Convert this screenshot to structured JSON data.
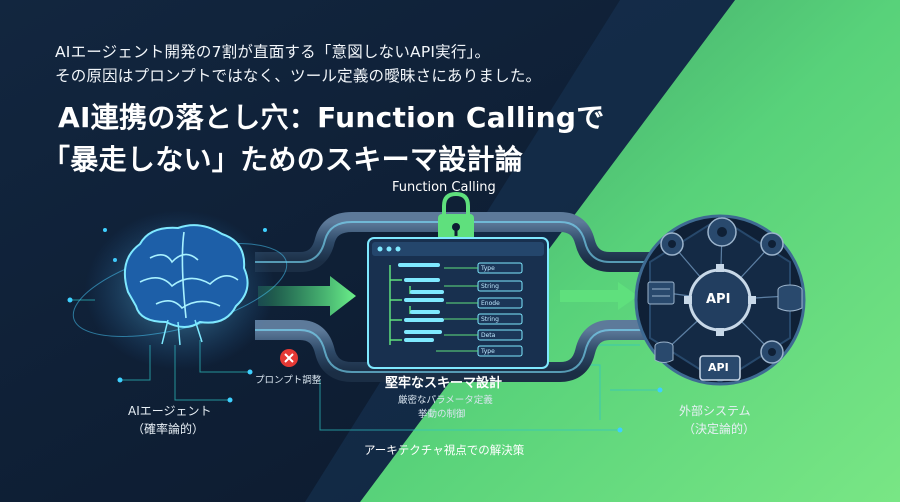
{
  "intro": {
    "line1": "AIエージェント開発の7割が直面する「意図しないAPI実行」。",
    "line2": "その原因はプロンプトではなく、ツール定義の曖昧さにありました。"
  },
  "title": {
    "line1": "AI連携の落とし穴：Function Callingで",
    "line2": "「暴走しない」ためのスキーマ設計論"
  },
  "lock_label": "Function Calling",
  "agent": {
    "label": "AIエージェント",
    "sub": "（確率論的）"
  },
  "prompt_label": "プロンプト調整",
  "schema": {
    "title": "堅牢なスキーマ設計",
    "sub1": "厳密なパラメータ定義",
    "sub2": "挙動の制御",
    "rows": [
      "Type",
      "String",
      "Enode",
      "String",
      "Deta",
      "Type"
    ]
  },
  "external": {
    "label": "外部システム",
    "sub": "（決定論的）"
  },
  "api_center": "API",
  "api_small": "API",
  "bottom_label": "アーキテクチャ視点での解決策",
  "colors": {
    "bg_dark": "#0d1d33",
    "green": "#5fdc7a",
    "cyan": "#3fd0ff",
    "red": "#e53935"
  }
}
